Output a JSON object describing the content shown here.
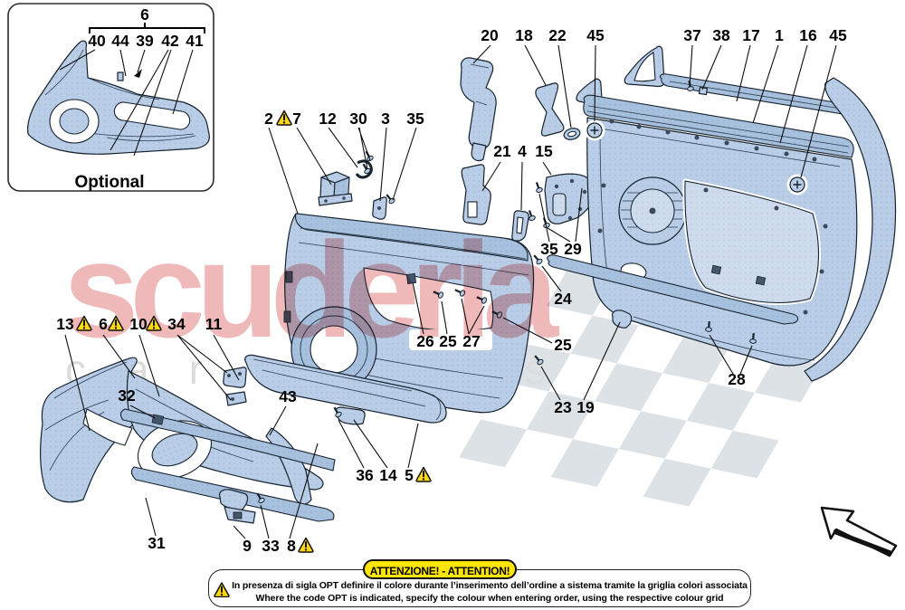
{
  "watermark": {
    "main": "scuderia",
    "sub": "car parts"
  },
  "inset": {
    "group_label": "6",
    "items": [
      "40",
      "44",
      "39",
      "42",
      "41"
    ],
    "caption": "Optional"
  },
  "callouts": [
    {
      "label": "2",
      "warn": true
    },
    {
      "label": "7"
    },
    {
      "label": "12"
    },
    {
      "label": "30"
    },
    {
      "label": "3"
    },
    {
      "label": "35"
    },
    {
      "label": "20"
    },
    {
      "label": "18"
    },
    {
      "label": "22"
    },
    {
      "label": "45"
    },
    {
      "label": "37"
    },
    {
      "label": "38"
    },
    {
      "label": "17"
    },
    {
      "label": "1"
    },
    {
      "label": "16"
    },
    {
      "label": "45"
    },
    {
      "label": "21"
    },
    {
      "label": "4"
    },
    {
      "label": "15"
    },
    {
      "label": "35"
    },
    {
      "label": "29"
    },
    {
      "label": "24"
    },
    {
      "label": "26"
    },
    {
      "label": "25"
    },
    {
      "label": "27"
    },
    {
      "label": "25"
    },
    {
      "label": "28"
    },
    {
      "label": "23"
    },
    {
      "label": "19"
    },
    {
      "label": "13",
      "warn": true
    },
    {
      "label": "6",
      "warn": true
    },
    {
      "label": "10",
      "warn": true
    },
    {
      "label": "34"
    },
    {
      "label": "11"
    },
    {
      "label": "32"
    },
    {
      "label": "43"
    },
    {
      "label": "36"
    },
    {
      "label": "14"
    },
    {
      "label": "5",
      "warn": true
    },
    {
      "label": "31"
    },
    {
      "label": "9"
    },
    {
      "label": "33"
    },
    {
      "label": "8",
      "warn": true
    }
  ],
  "attention": {
    "banner": "ATTENZIONE! - ATTENTION!",
    "line_it": "In presenza di sigla OPT definire il colore durante l’inserimento dell’ordine a sistema tramite la griglia colori associata",
    "line_en": "Where the code OPT is indicated, specify the colour when entering order, using the respective colour grid"
  },
  "colors": {
    "part_fill": "#b9cde7",
    "part_outline": "#16222e",
    "watermark_pink": "#efb9b9",
    "watermark_gray": "#dcdcdc",
    "warning_yellow": "#ffd90f",
    "banner_yellow": "#ffe600"
  }
}
